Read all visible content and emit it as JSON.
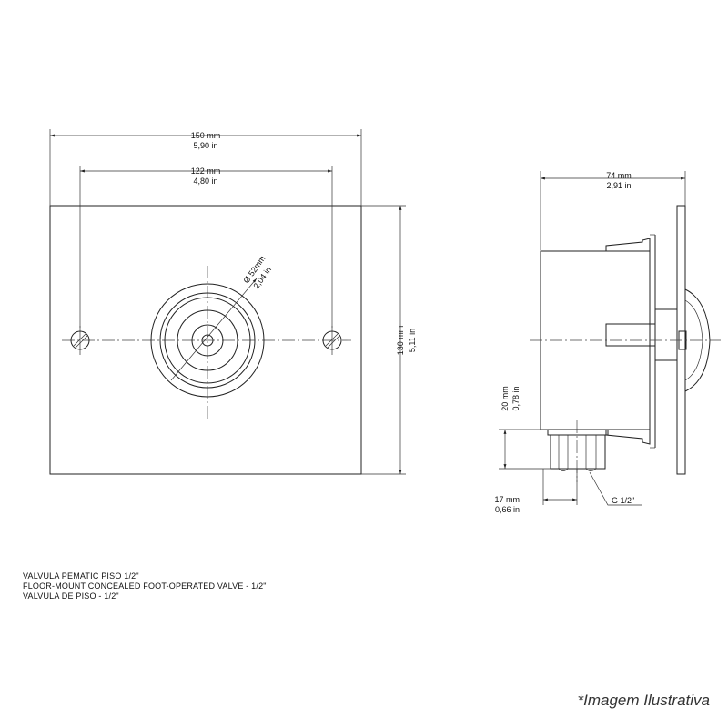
{
  "front_view": {
    "overall_width_mm": "150 mm",
    "overall_width_in": "5,90 in",
    "hole_spacing_mm": "122 mm",
    "hole_spacing_in": "4,80 in",
    "height_mm": "130 mm",
    "height_in": "5,11 in",
    "button_diameter_mm": "Ø 52mm",
    "button_diameter_in": "2,04 in"
  },
  "side_view": {
    "depth_mm": "74 mm",
    "depth_in": "2,91 in",
    "connector_height_mm": "20 mm",
    "connector_height_in": "0,78 in",
    "connector_width_mm": "17 mm",
    "connector_width_in": "0,66 in",
    "thread_label": "G 1/2\""
  },
  "caption": {
    "line1": "VALVULA PEMATIC PISO 1/2\"",
    "line2": "FLOOR-MOUNT CONCEALED FOOT-OPERATED VALVE - 1/2\"",
    "line3": "VALVULA DE PISO - 1/2\""
  },
  "note": "*Imagem Ilustrativa"
}
